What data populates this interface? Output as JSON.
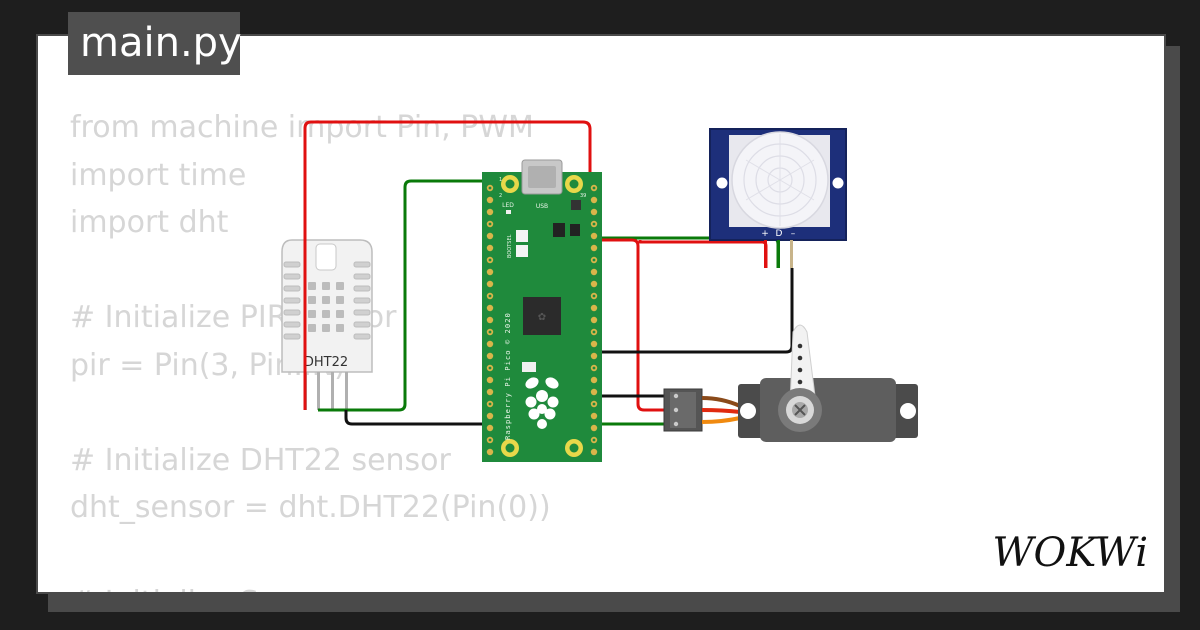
{
  "file_tab": {
    "label": "main.py"
  },
  "code": {
    "lines": [
      "from machine import Pin, PWM",
      "import time",
      "import dht",
      "",
      "# Initialize PIR sensor",
      "pir = Pin(3, Pin.IN)",
      "",
      "# Initialize DHT22 sensor",
      "dht_sensor = dht.DHT22(Pin(0))",
      "",
      "# Initialize Servo"
    ]
  },
  "components": {
    "dht22": {
      "label": "DHT22"
    },
    "pico": {
      "board_text": "Raspberry Pi Pico © 2020",
      "usb_label": "USB",
      "led_label": "LED",
      "boot_label": "BOOTSEL",
      "pin_1": "1",
      "pin_2": "2",
      "pin_39": "39"
    },
    "pir": {
      "pin_labels": [
        "+",
        "D",
        "–"
      ]
    },
    "servo": {}
  },
  "brand": {
    "name": "WOKWi"
  },
  "colors": {
    "background": "#1e1e1e",
    "card": "#ffffff",
    "tab": "#4f4f4f",
    "code_text": "#d6d6d6",
    "pico_green": "#1f8a3c",
    "wire_red": "#e01010",
    "wire_green": "#0a7a0a",
    "wire_black": "#111111",
    "pir_blue": "#1d2f7a",
    "servo_gray": "#5a5a5a"
  }
}
